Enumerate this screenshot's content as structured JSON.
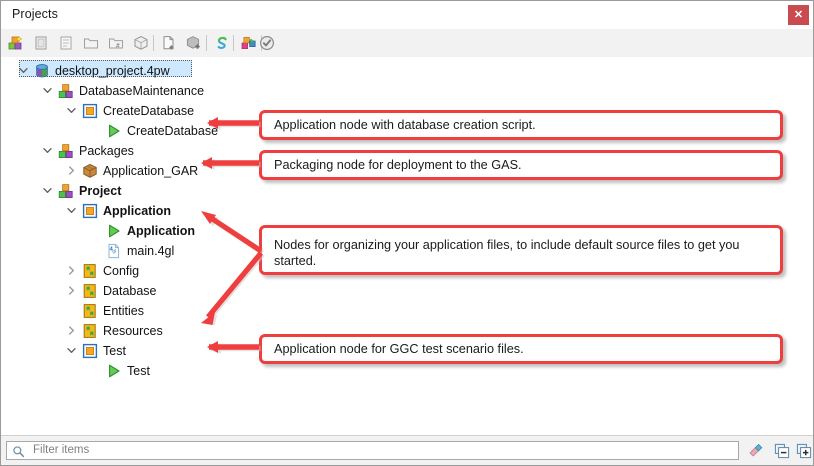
{
  "window": {
    "title": "Projects",
    "close_label": "✕",
    "close_icon": "close-icon"
  },
  "toolbar": {
    "items": [
      {
        "name": "new-project-icon",
        "tooltip": "New Project"
      },
      {
        "name": "new-application-icon",
        "tooltip": "New Application"
      },
      {
        "name": "new-library-icon",
        "tooltip": "New Library"
      },
      {
        "name": "new-folder-icon",
        "tooltip": "New Folder"
      },
      {
        "name": "new-virtual-folder-icon",
        "tooltip": "New Virtual Folder"
      },
      {
        "name": "new-package-icon",
        "tooltip": "New Package"
      },
      {
        "name": "add-file-icon",
        "tooltip": "Add File"
      },
      {
        "name": "add-package-icon",
        "tooltip": "Add Package"
      },
      {
        "name": "refresh-icon",
        "tooltip": "Refresh"
      },
      {
        "name": "build-icon",
        "tooltip": "Build"
      },
      {
        "name": "validate-icon",
        "tooltip": "Validate"
      }
    ]
  },
  "tree": {
    "nodes": [
      {
        "label": "desktop_project.4pw",
        "depth": 0,
        "twisty": "v",
        "icon": "project-icon",
        "bold": false,
        "selected": true
      },
      {
        "label": "DatabaseMaintenance",
        "depth": 1,
        "twisty": "v",
        "icon": "group-icon",
        "bold": false,
        "selected": false
      },
      {
        "label": "CreateDatabase",
        "depth": 2,
        "twisty": "v",
        "icon": "application-icon",
        "bold": false,
        "selected": false
      },
      {
        "label": "CreateDatabase",
        "depth": 3,
        "twisty": "",
        "icon": "run-icon",
        "bold": false,
        "selected": false
      },
      {
        "label": "Packages",
        "depth": 1,
        "twisty": "v",
        "icon": "group-icon",
        "bold": false,
        "selected": false
      },
      {
        "label": "Application_GAR",
        "depth": 2,
        "twisty": ">",
        "icon": "gar-package-icon",
        "bold": false,
        "selected": false
      },
      {
        "label": "Project",
        "depth": 1,
        "twisty": "v",
        "icon": "group-icon",
        "bold": true,
        "selected": false
      },
      {
        "label": "Application",
        "depth": 2,
        "twisty": "v",
        "icon": "application-icon",
        "bold": true,
        "selected": false
      },
      {
        "label": "Application",
        "depth": 3,
        "twisty": "",
        "icon": "run-icon",
        "bold": true,
        "selected": false
      },
      {
        "label": "main.4gl",
        "depth": 3,
        "twisty": "",
        "icon": "fourgl-file-icon",
        "bold": false,
        "selected": false
      },
      {
        "label": "Config",
        "depth": 2,
        "twisty": ">",
        "icon": "folder-node-icon",
        "bold": false,
        "selected": false
      },
      {
        "label": "Database",
        "depth": 2,
        "twisty": ">",
        "icon": "folder-node-icon",
        "bold": false,
        "selected": false
      },
      {
        "label": "Entities",
        "depth": 2,
        "twisty": "",
        "icon": "folder-node-icon",
        "bold": false,
        "selected": false
      },
      {
        "label": "Resources",
        "depth": 2,
        "twisty": ">",
        "icon": "folder-node-icon",
        "bold": false,
        "selected": false
      },
      {
        "label": "Test",
        "depth": 2,
        "twisty": "v",
        "icon": "application-icon",
        "bold": false,
        "selected": false
      },
      {
        "label": "Test",
        "depth": 3,
        "twisty": "",
        "icon": "run-icon",
        "bold": false,
        "selected": false
      }
    ]
  },
  "callouts": [
    {
      "text": "Application node with database creation script."
    },
    {
      "text": "Packaging node for deployment to the GAS."
    },
    {
      "text": "Nodes for organizing your application files, to include default source files to get you started."
    },
    {
      "text": "Application node for GGC test scenario files."
    }
  ],
  "filter": {
    "placeholder": "Filter items",
    "value": "",
    "search_icon": "search-icon",
    "actions": [
      {
        "name": "clear-filter-icon",
        "tooltip": "Clear filter"
      },
      {
        "name": "collapse-all-icon",
        "tooltip": "Collapse all"
      },
      {
        "name": "expand-all-icon",
        "tooltip": "Expand all"
      }
    ]
  },
  "colors": {
    "accent_red": "#ef3e3e",
    "selection_blue": "#cde8ff",
    "close_red": "#c94a4f",
    "toolbar_bg": "#f2f2f2"
  }
}
